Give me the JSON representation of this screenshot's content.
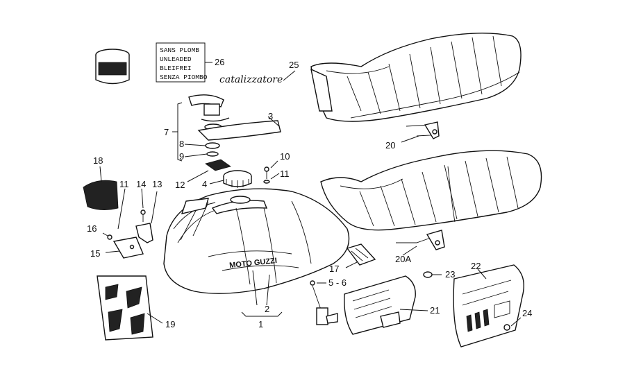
{
  "fuel_warning_label": {
    "lines": [
      "SANS PLOMB",
      "UNLEADED",
      "BLEIFREI",
      "SENZA PIOMBO"
    ]
  },
  "catalyst_label": "catalizzatore",
  "callouts": {
    "c1": "1",
    "c2": "2",
    "c3": "3",
    "c4": "4",
    "c5_6": "5 - 6",
    "c7": "7",
    "c8": "8",
    "c9": "9",
    "c10": "10",
    "c11a": "11",
    "c11b": "11",
    "c12": "12",
    "c13": "13",
    "c14": "14",
    "c15": "15",
    "c16": "16",
    "c17": "17",
    "c18": "18",
    "c19": "19",
    "c20": "20",
    "c20a": "20A",
    "c21": "21",
    "c22": "22",
    "c23": "23",
    "c24": "24",
    "c25": "25",
    "c26": "26"
  },
  "brand_text": "MOTO GUZZI",
  "colors": {
    "line": "#111111",
    "background": "#ffffff"
  }
}
